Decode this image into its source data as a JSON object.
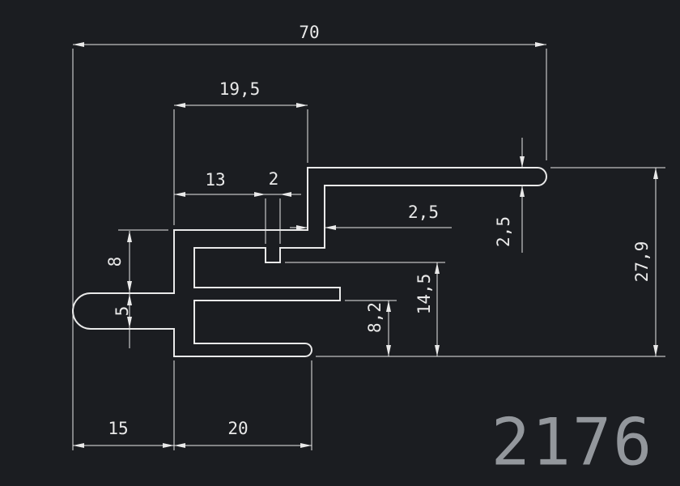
{
  "part_number": "2176",
  "dimensions": {
    "overall_width": "70",
    "upper_arm_offset": "19,5",
    "notch_offset": "13",
    "notch_width": "2",
    "web_thickness": "2,5",
    "upper_arm_thickness": "2,5",
    "overall_height": "27,9",
    "upper_step_height": "8",
    "finger_height": "5",
    "mid_slot_height": "14,5",
    "lower_slot_height": "8,2",
    "finger_length": "15",
    "bottom_arm_length": "20"
  },
  "colors": {
    "background": "#1b1d21",
    "line_color": "#e9e9e9",
    "part_number_color": "#93979c"
  }
}
